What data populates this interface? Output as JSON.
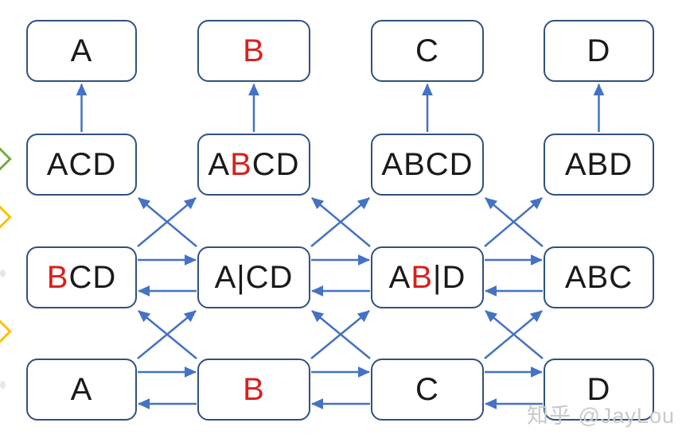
{
  "colors": {
    "arrow": "#4472c4",
    "box_border": "#31517e",
    "text": "#1a1a1a",
    "highlight_red": "#d9201d",
    "watermark": "#c9c9c9",
    "marker_green": "#70ad47",
    "marker_orange": "#ffc000"
  },
  "nodes": {
    "r1c1": {
      "parts": [
        {
          "text": "A"
        }
      ]
    },
    "r1c2": {
      "parts": [
        {
          "text": "B",
          "color": "red"
        }
      ]
    },
    "r1c3": {
      "parts": [
        {
          "text": "C"
        }
      ]
    },
    "r1c4": {
      "parts": [
        {
          "text": "D"
        }
      ]
    },
    "r2c1": {
      "parts": [
        {
          "text": "ACD"
        }
      ]
    },
    "r2c2": {
      "parts": [
        {
          "text": "A"
        },
        {
          "text": "B",
          "color": "red"
        },
        {
          "text": "CD"
        }
      ]
    },
    "r2c3": {
      "parts": [
        {
          "text": "ABCD"
        }
      ]
    },
    "r2c4": {
      "parts": [
        {
          "text": "ABD"
        }
      ]
    },
    "r3c1": {
      "parts": [
        {
          "text": "B",
          "color": "red"
        },
        {
          "text": "CD"
        }
      ]
    },
    "r3c2": {
      "parts": [
        {
          "text": "A|CD"
        }
      ]
    },
    "r3c3": {
      "parts": [
        {
          "text": "A"
        },
        {
          "text": "B",
          "color": "red"
        },
        {
          "text": "|D"
        }
      ]
    },
    "r3c4": {
      "parts": [
        {
          "text": "ABC"
        }
      ]
    },
    "r4c1": {
      "parts": [
        {
          "text": "A"
        }
      ]
    },
    "r4c2": {
      "parts": [
        {
          "text": "B",
          "color": "red"
        }
      ]
    },
    "r4c3": {
      "parts": [
        {
          "text": "C"
        }
      ]
    },
    "r4c4": {
      "parts": [
        {
          "text": "D"
        }
      ]
    }
  },
  "edges": [
    {
      "from": "r2c1",
      "to": "r1c1",
      "kind": "up"
    },
    {
      "from": "r2c2",
      "to": "r1c2",
      "kind": "up"
    },
    {
      "from": "r2c3",
      "to": "r1c3",
      "kind": "up"
    },
    {
      "from": "r2c4",
      "to": "r1c4",
      "kind": "up"
    },
    {
      "from": "r3c1",
      "to": "r2c2",
      "kind": "cross"
    },
    {
      "from": "r3c2",
      "to": "r2c1",
      "kind": "cross"
    },
    {
      "from": "r3c2",
      "to": "r2c3",
      "kind": "cross"
    },
    {
      "from": "r3c3",
      "to": "r2c2",
      "kind": "cross"
    },
    {
      "from": "r3c3",
      "to": "r2c4",
      "kind": "cross"
    },
    {
      "from": "r3c4",
      "to": "r2c3",
      "kind": "cross"
    },
    {
      "from": "r3c1",
      "to": "r3c2",
      "kind": "side"
    },
    {
      "from": "r3c2",
      "to": "r3c1",
      "kind": "side"
    },
    {
      "from": "r3c2",
      "to": "r3c3",
      "kind": "side"
    },
    {
      "from": "r3c3",
      "to": "r3c2",
      "kind": "side"
    },
    {
      "from": "r3c3",
      "to": "r3c4",
      "kind": "side"
    },
    {
      "from": "r3c4",
      "to": "r3c3",
      "kind": "side"
    },
    {
      "from": "r4c1",
      "to": "r3c2",
      "kind": "cross"
    },
    {
      "from": "r4c2",
      "to": "r3c1",
      "kind": "cross"
    },
    {
      "from": "r4c2",
      "to": "r3c3",
      "kind": "cross"
    },
    {
      "from": "r4c3",
      "to": "r3c2",
      "kind": "cross"
    },
    {
      "from": "r4c3",
      "to": "r3c4",
      "kind": "cross"
    },
    {
      "from": "r4c4",
      "to": "r3c3",
      "kind": "cross"
    },
    {
      "from": "r4c1",
      "to": "r4c2",
      "kind": "side"
    },
    {
      "from": "r4c2",
      "to": "r4c1",
      "kind": "side"
    },
    {
      "from": "r4c2",
      "to": "r4c3",
      "kind": "side"
    },
    {
      "from": "r4c3",
      "to": "r4c2",
      "kind": "side"
    },
    {
      "from": "r4c3",
      "to": "r4c4",
      "kind": "side"
    },
    {
      "from": "r4c4",
      "to": "r4c3",
      "kind": "side"
    }
  ],
  "watermark": {
    "text": "知乎 @JayLou"
  }
}
